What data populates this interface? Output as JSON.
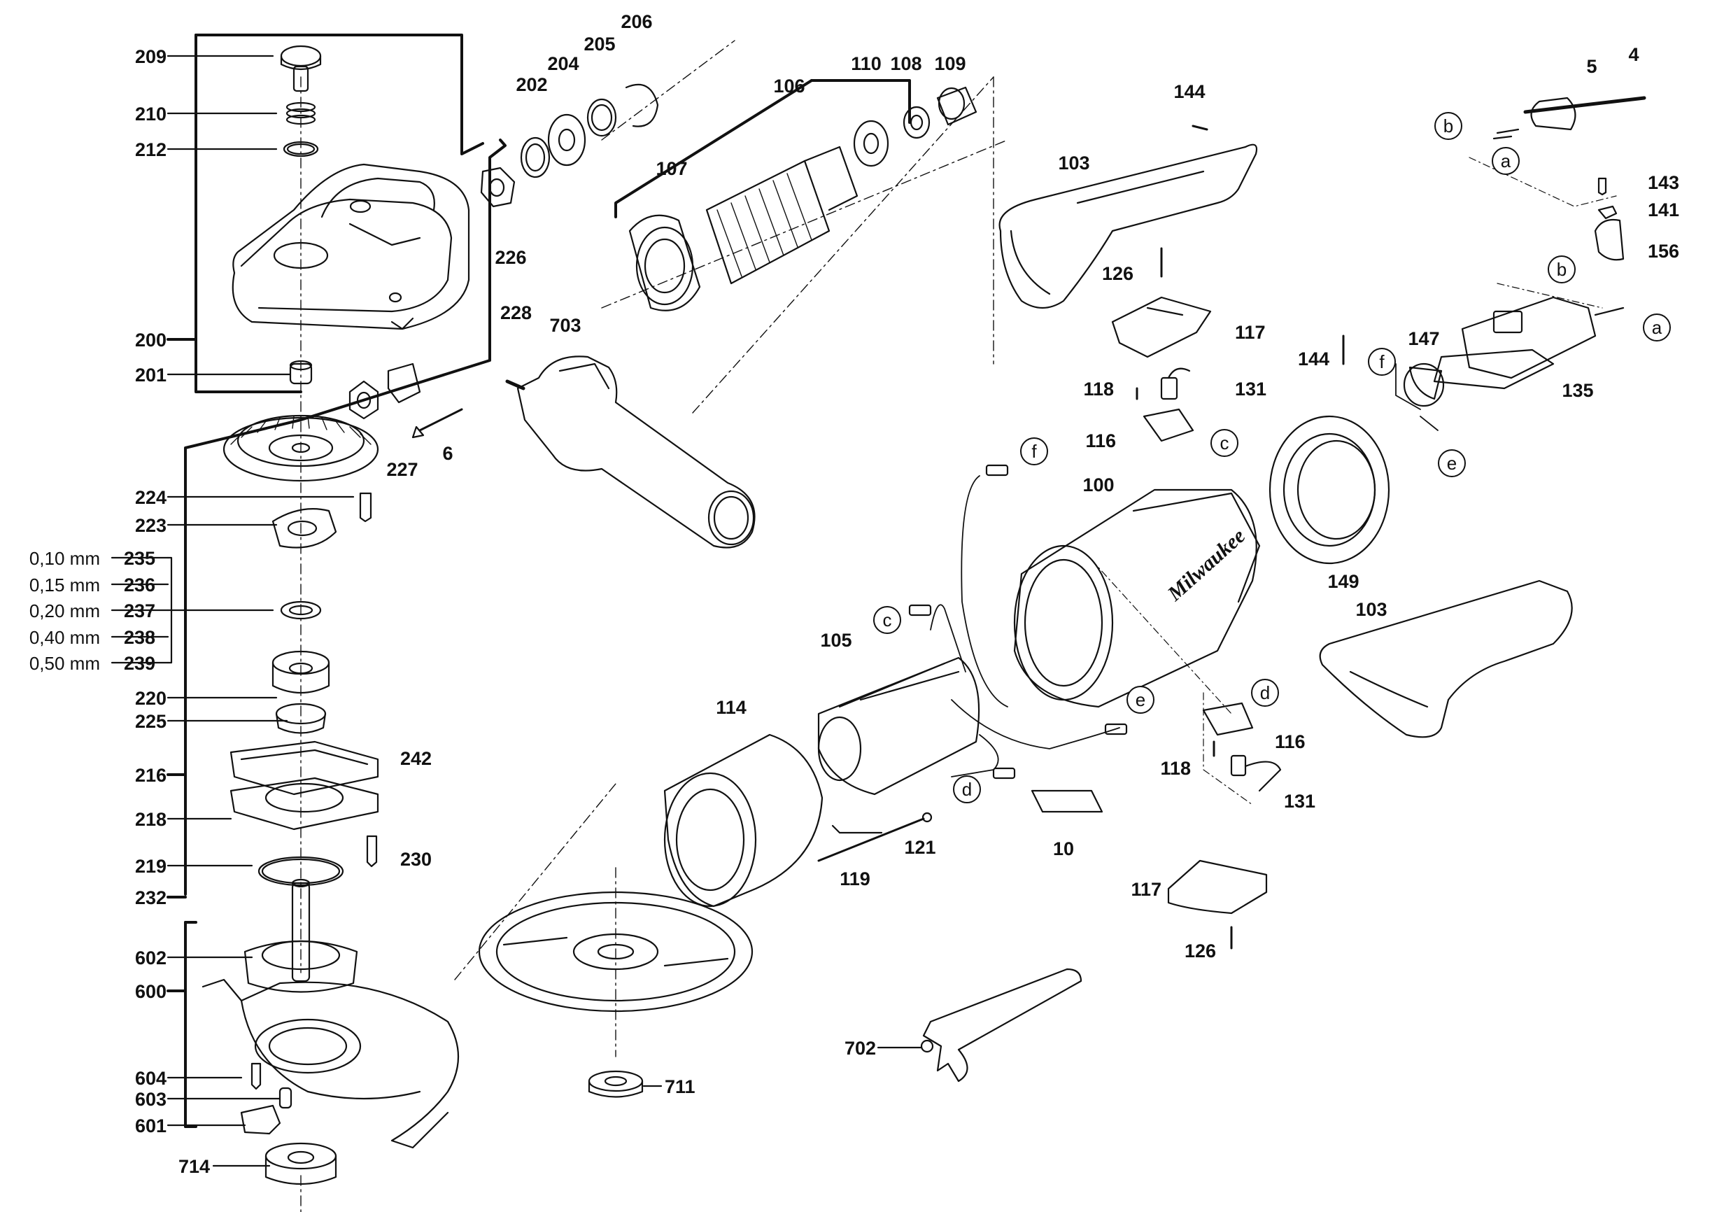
{
  "labels": {
    "209": "209",
    "210": "210",
    "212": "212",
    "200": "200",
    "201": "201",
    "202": "202",
    "204": "204",
    "205": "205",
    "206": "206",
    "226": "226",
    "228": "228",
    "227": "227",
    "6": "6",
    "703": "703",
    "106": "106",
    "107": "107",
    "110": "110",
    "108": "108",
    "109": "109",
    "144a": "144",
    "103a": "103",
    "126a": "126",
    "117a": "117",
    "118a": "118",
    "131a": "131",
    "116a": "116",
    "144b": "144",
    "5": "5",
    "4": "4",
    "143": "143",
    "141": "141",
    "156": "156",
    "147": "147",
    "135": "135",
    "100": "100",
    "149": "149",
    "103b": "103",
    "105": "105",
    "114": "114",
    "116b": "116",
    "118b": "118",
    "131b": "131",
    "10": "10",
    "119": "119",
    "121": "121",
    "117b": "117",
    "126b": "126",
    "224": "224",
    "223": "223",
    "235": "235",
    "236": "236",
    "237": "237",
    "238": "238",
    "239": "239",
    "220": "220",
    "225": "225",
    "216": "216",
    "242": "242",
    "218": "218",
    "219": "219",
    "230": "230",
    "232": "232",
    "602": "602",
    "600": "600",
    "604": "604",
    "603": "603",
    "601": "601",
    "714": "714",
    "711": "711",
    "702": "702"
  },
  "shims": {
    "235": "0,10 mm",
    "236": "0,15 mm",
    "237": "0,20 mm",
    "238": "0,40 mm",
    "239": "0,50 mm"
  },
  "connectors": {
    "a1": "a",
    "a2": "a",
    "b1": "b",
    "b2": "b",
    "c1": "c",
    "c2": "c",
    "d1": "d",
    "d2": "d",
    "e1": "e",
    "e2": "e",
    "f1": "f",
    "f2": "f"
  },
  "brand_mark": "Milwaukee"
}
